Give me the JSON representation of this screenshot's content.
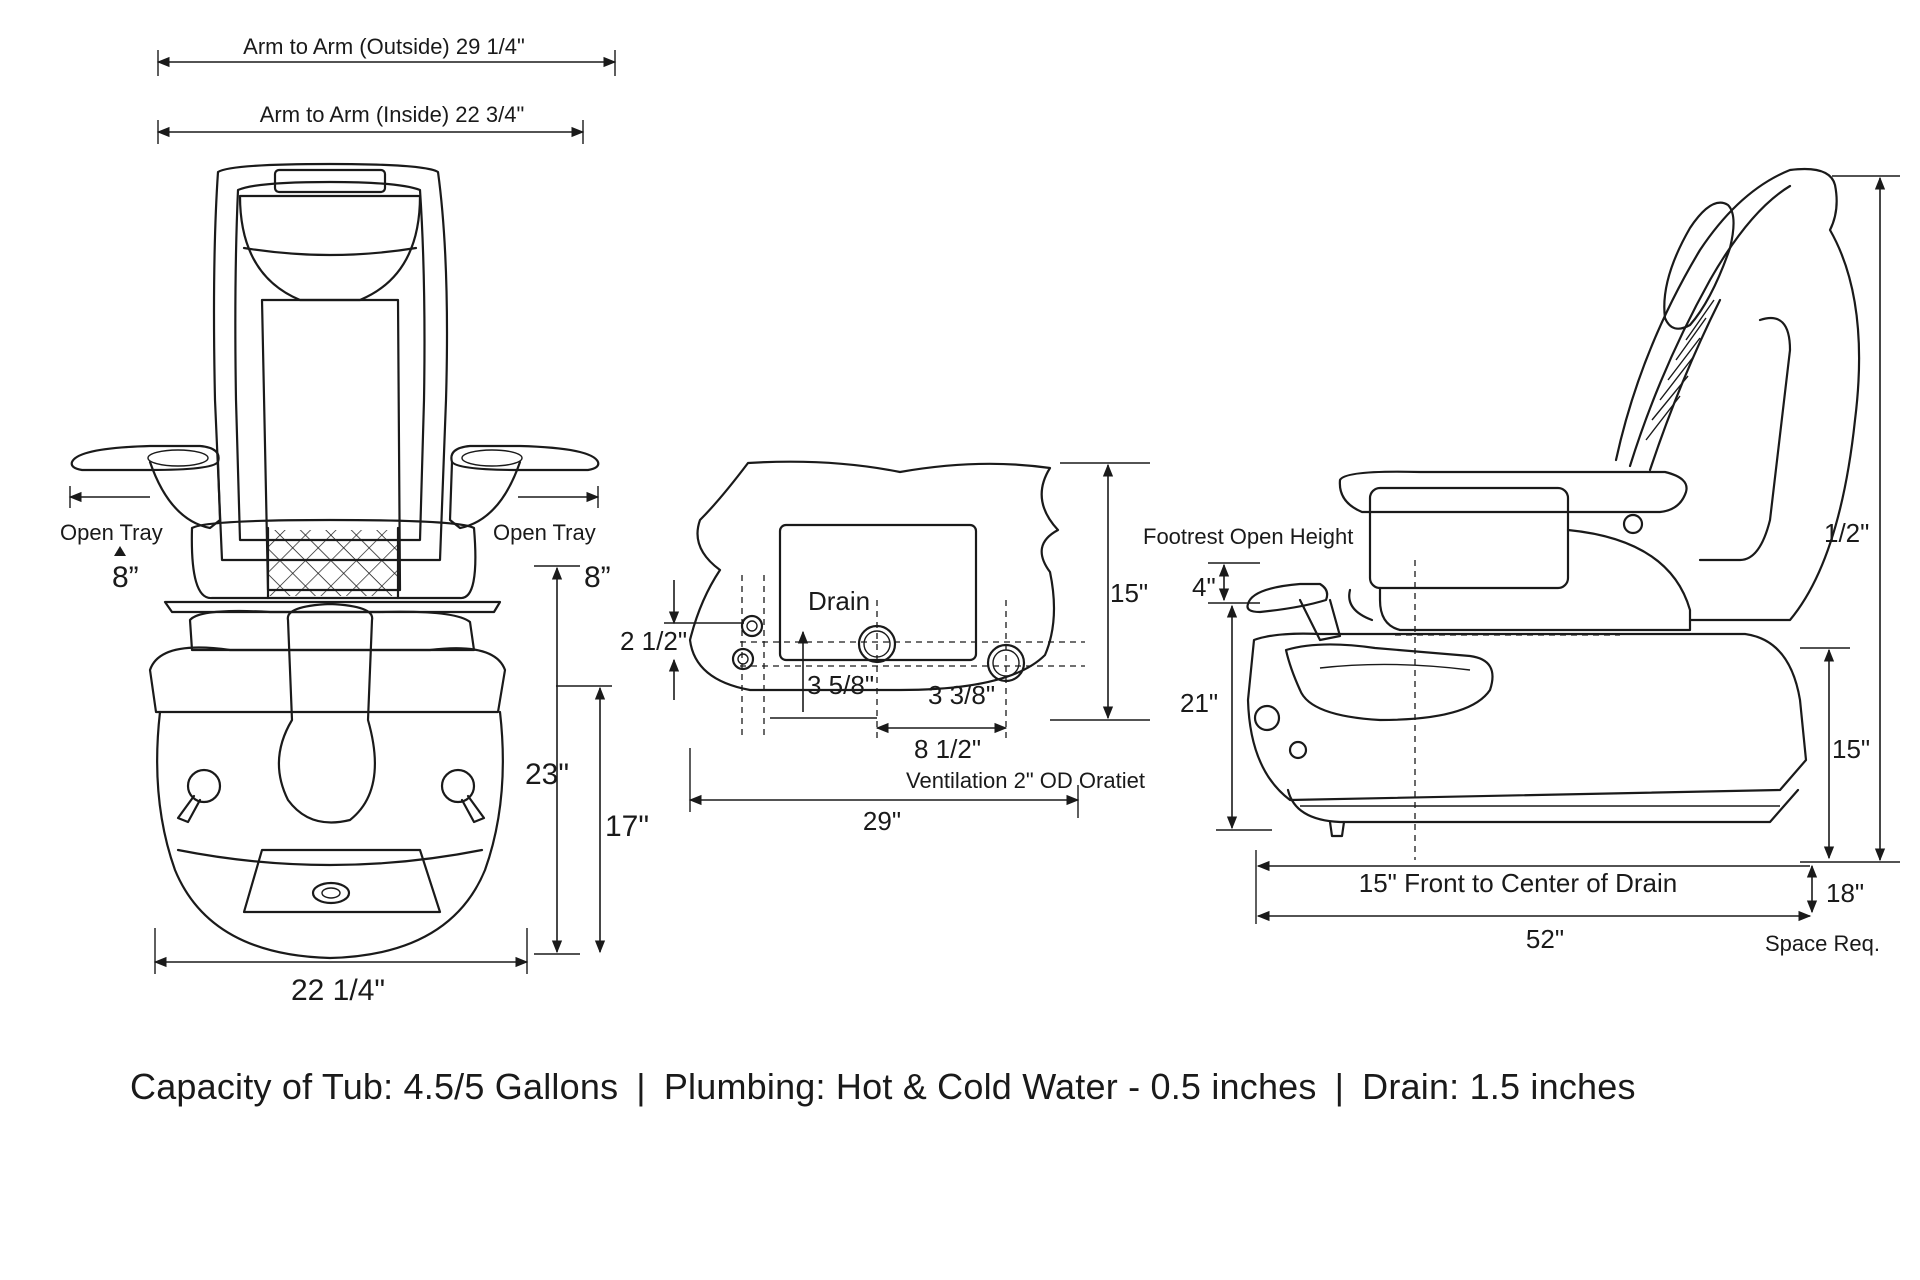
{
  "front_view": {
    "arm_outside": "Arm to Arm (Outside) 29 1/4\"",
    "arm_inside": "Arm to Arm (Inside) 22 3/4\"",
    "open_tray_left": "Open Tray",
    "open_tray_left_value": "8”",
    "open_tray_right": "Open Tray",
    "open_tray_right_value": "8”",
    "height_total": "23\"",
    "height_seat": "17\"",
    "base_width": "22 1/4\""
  },
  "top_view": {
    "drain_label": "Drain",
    "dim_2_1_2": "2 1/2\"",
    "dim_3_5_8": "3 5/8\"",
    "dim_3_3_8": "3 3/8\"",
    "dim_8_1_2": "8 1/2\"",
    "dim_15": "15\"",
    "ventilation": "Ventilation 2\" OD Oratiet",
    "dim_29": "29\""
  },
  "side_view": {
    "footrest_label": "Footrest Open Height",
    "dim_4": "4\"",
    "dim_21": "21\"",
    "dim_1_2": "1/2\"",
    "dim_15": "15\"",
    "front_to_drain": "15\" Front to Center of Drain",
    "dim_18": "18\"",
    "dim_52": "52\"",
    "space_req": "Space Req."
  },
  "footer": {
    "capacity": "Capacity of Tub: 4.5/5 Gallons",
    "plumbing": "Plumbing: Hot & Cold Water - 0.5 inches",
    "drain": "Drain: 1.5 inches",
    "separator": "|"
  }
}
